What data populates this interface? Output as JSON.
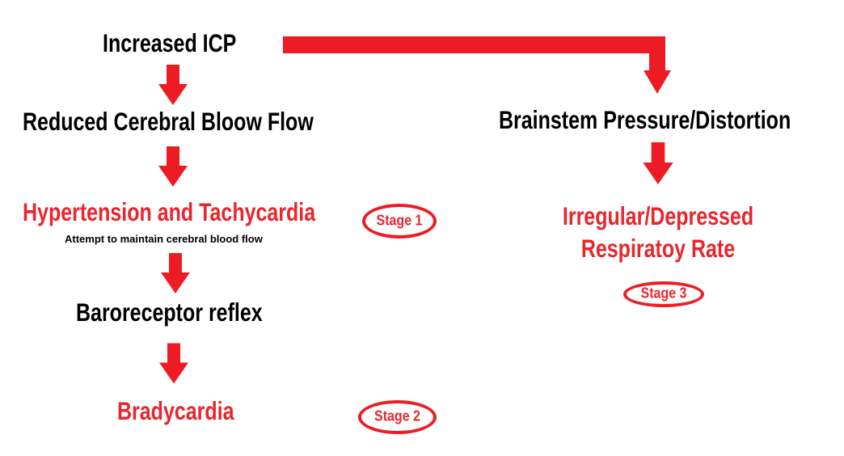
{
  "colors": {
    "background": "#ffffff",
    "arrow_red": "#ed1c24",
    "text_red": "#e8262d",
    "text_black": "#000000"
  },
  "left_flow": {
    "node_increased_icp": "Increased ICP",
    "node_reduced_cbf": "Reduced Cerebral Bloow Flow",
    "node_hypertension": "Hypertension and Tachycardia",
    "hypertension_note": "Attempt to maintain cerebral blood flow",
    "node_baroreceptor": "Baroreceptor reflex",
    "node_bradycardia": "Bradycardia",
    "stage1_label": "Stage 1",
    "stage2_label": "Stage 2"
  },
  "right_flow": {
    "node_brainstem": "Brainstem Pressure/Distortion",
    "node_respiratory_line1": "Irregular/Depressed",
    "node_respiratory_line2": "Respiratoy Rate",
    "stage3_label": "Stage 3"
  },
  "icons": {
    "down_arrow": "solid red block arrow pointing down",
    "elbow_arrow": "solid red elbow arrow going right then down"
  }
}
